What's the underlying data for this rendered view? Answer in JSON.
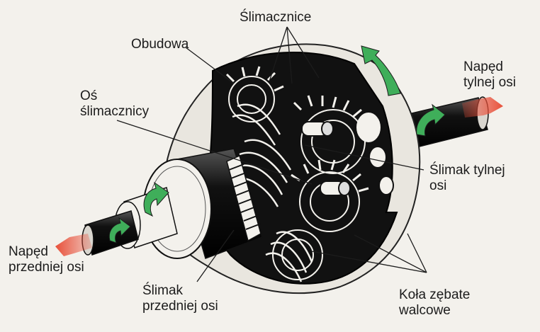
{
  "labels": {
    "slimacznice": "Ślimacznice",
    "obudowa": "Obudowa",
    "os_slimacznicy": [
      "Oś",
      "ślimacznicy"
    ],
    "naped_tylnej": [
      "Napęd",
      "tylnej osi"
    ],
    "slimak_tylnej": [
      "Ślimak tylnej",
      "osi"
    ],
    "naped_przedniej": [
      "Napęd",
      "przedniej osi"
    ],
    "slimak_przedniej": [
      "Ślimak",
      "przedniej osi"
    ],
    "kola_zebate": [
      "Koła zębate",
      "walcowe"
    ]
  },
  "colors": {
    "rotation_arrow": "#3fae5a",
    "drive_arrow": "#e8503a",
    "ink": "#1c1c1c",
    "background": "#f3f1ec"
  }
}
